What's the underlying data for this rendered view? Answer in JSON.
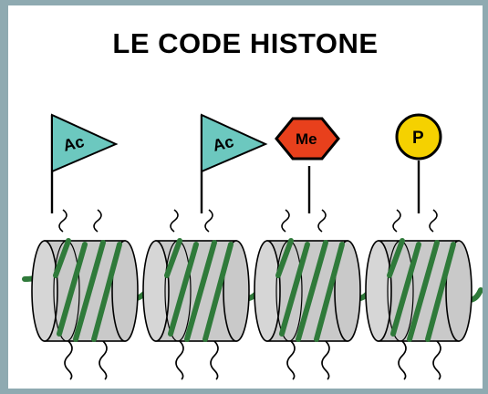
{
  "title": "LE CODE HISTONE",
  "marks": [
    {
      "label": "Ac",
      "shape": "flag",
      "color": "#6cc8bf"
    },
    {
      "label": "Ac",
      "shape": "flag",
      "color": "#6cc8bf"
    },
    {
      "label": "Me",
      "shape": "hexagon",
      "color": "#e8401c"
    },
    {
      "label": "P",
      "shape": "circle",
      "color": "#f5d100"
    }
  ],
  "colors": {
    "background": "#8faab1",
    "panel": "#ffffff",
    "nucleosome": "#c9c9c9",
    "dna": "#2f7a3a"
  }
}
